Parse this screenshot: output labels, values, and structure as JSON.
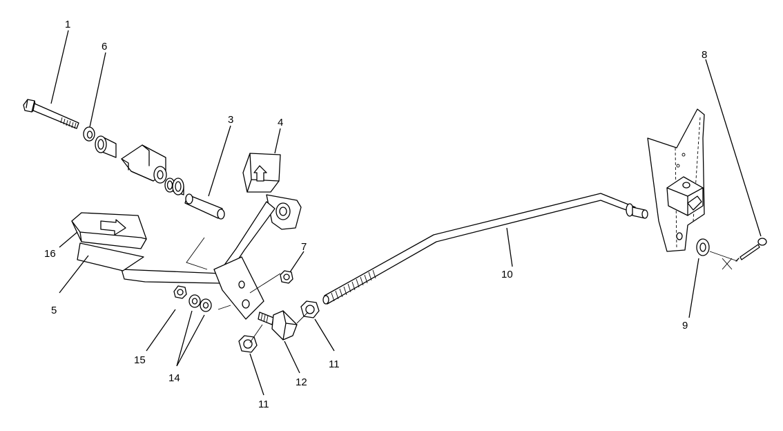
{
  "callouts": [
    {
      "id": "c1",
      "label": "1"
    },
    {
      "id": "c6",
      "label": "6"
    },
    {
      "id": "c3",
      "label": "3"
    },
    {
      "id": "c4",
      "label": "4"
    },
    {
      "id": "c16",
      "label": "16"
    },
    {
      "id": "c5",
      "label": "5"
    },
    {
      "id": "c7",
      "label": "7"
    },
    {
      "id": "c15",
      "label": "15"
    },
    {
      "id": "c14",
      "label": "14"
    },
    {
      "id": "c11a",
      "label": "11"
    },
    {
      "id": "c12",
      "label": "12"
    },
    {
      "id": "c11b",
      "label": "11"
    },
    {
      "id": "c10",
      "label": "10"
    },
    {
      "id": "c8",
      "label": "8"
    },
    {
      "id": "c9",
      "label": "9"
    }
  ]
}
